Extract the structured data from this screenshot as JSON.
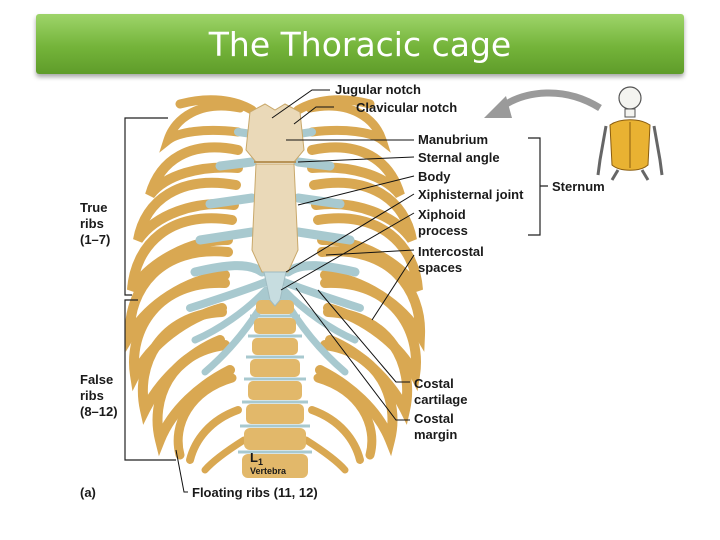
{
  "title": "The Thoracic cage",
  "labels": {
    "jugular_notch": "Jugular notch",
    "clavicular_notch": "Clavicular notch",
    "manubrium": "Manubrium",
    "sternal_angle": "Sternal angle",
    "body": "Body",
    "xiphisternal_joint": "Xiphisternal joint",
    "xiphoid_1": "Xiphoid",
    "xiphoid_2": "process",
    "intercostal_1": "Intercostal",
    "intercostal_2": "spaces",
    "costal_cartilage_1": "Costal",
    "costal_cartilage_2": "cartilage",
    "costal_margin_1": "Costal",
    "costal_margin_2": "margin",
    "sternum": "Sternum",
    "true_ribs_1": "True",
    "true_ribs_2": "ribs",
    "true_ribs_3": "(1–7)",
    "false_ribs_1": "False",
    "false_ribs_2": "ribs",
    "false_ribs_3": "(8–12)",
    "floating_ribs": "Floating ribs (11, 12)",
    "vertebra_l": "L",
    "vertebra_sub": "1",
    "vertebra": "Vertebra",
    "panel": "(a)"
  },
  "colors": {
    "title_bar": "#74b43a",
    "bone": "#d9a852",
    "cartilage": "#a8c9cf",
    "arrow": "#9a9a9a"
  }
}
